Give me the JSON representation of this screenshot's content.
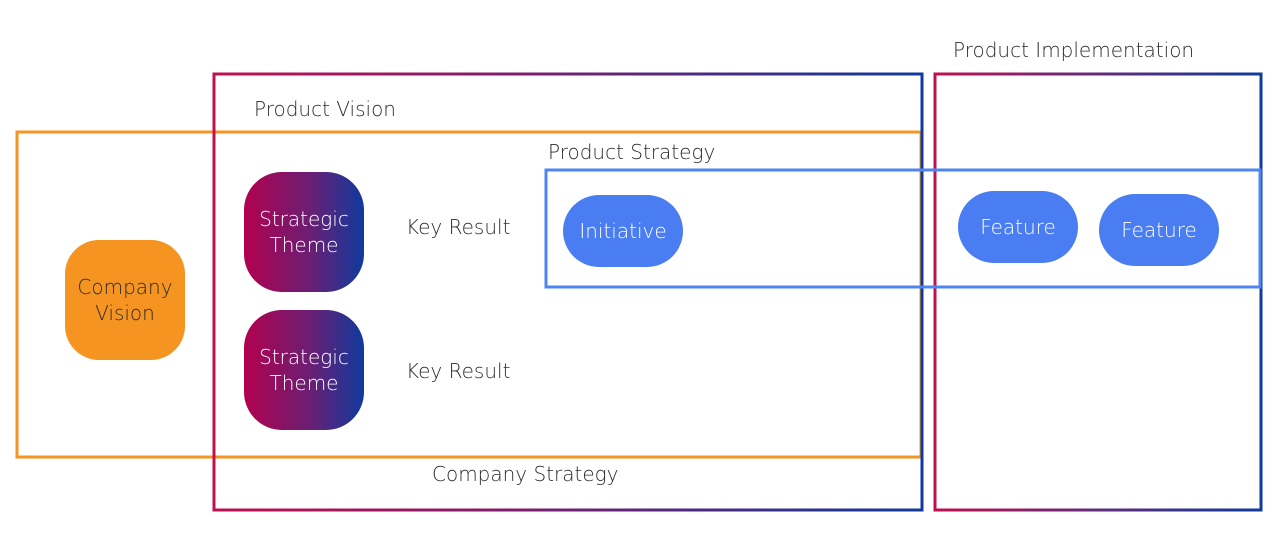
{
  "labels": {
    "product_vision": "Product Vision",
    "product_strategy": "Product Strategy",
    "company_strategy": "Company Strategy",
    "product_implementation": "Product Implementation",
    "key_result_1": "Key Result",
    "key_result_2": "Key Result"
  },
  "nodes": {
    "company_vision": [
      "Company",
      "Vision"
    ],
    "strategic_theme_1": [
      "Strategic",
      "Theme"
    ],
    "strategic_theme_2": [
      "Strategic",
      "Theme"
    ],
    "initiative": "Initiative",
    "feature_1": "Feature",
    "feature_2": "Feature"
  },
  "colors": {
    "company_orange": "#f59420",
    "gradient_red": "#c0104f",
    "gradient_blue": "#0f3a9c",
    "strategy_blue": "#4f84f3",
    "pill_blue": "#4a7cf2"
  }
}
